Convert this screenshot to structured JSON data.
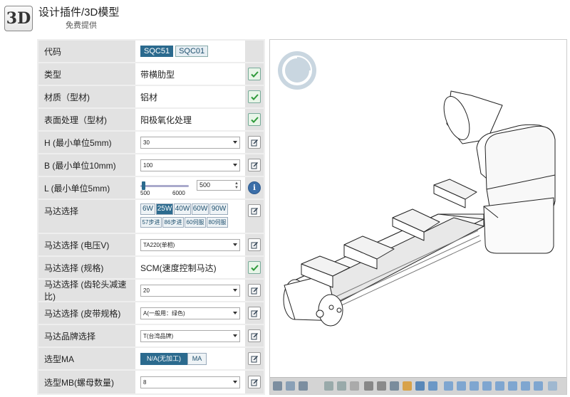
{
  "header": {
    "logo_text": "3D",
    "title": "设计插件/3D模型",
    "subtitle": "免费提供"
  },
  "rows": [
    {
      "label": "代码",
      "chips": [
        "SQC51",
        "SQC01"
      ]
    },
    {
      "label": "类型",
      "value": "带横肋型"
    },
    {
      "label": "材质（型材)",
      "value": "铝材"
    },
    {
      "label": "表面处理（型材)",
      "value": "阳极氧化处理"
    },
    {
      "label": "H (最小单位5mm)",
      "value": "30"
    },
    {
      "label": "B (最小单位10mm)",
      "value": "100"
    },
    {
      "label": "L (最小单位5mm)",
      "slider_min": "500",
      "slider_max": "6000",
      "value": "500"
    },
    {
      "label": "马达选择",
      "watt": [
        "6W",
        "25W",
        "40W",
        "60W",
        "90W"
      ],
      "speed": [
        "57步进",
        "86步进",
        "60伺服",
        "80伺服"
      ]
    },
    {
      "label": "马达选择 (电压V)",
      "value": "TA220(单相)"
    },
    {
      "label": "马达选择 (规格)",
      "value": "SCM(速度控制马达)"
    },
    {
      "label": "马达选择 (齿轮头减速比)",
      "value": "20"
    },
    {
      "label": "马达选择 (皮带规格)",
      "value": "A(一般用：绿色)"
    },
    {
      "label": "马达品牌选择",
      "value": "T(台湾品牌)"
    },
    {
      "label": "选型MA",
      "toggle": [
        "N/A(无加工)",
        "MA"
      ]
    },
    {
      "label": "选型MB(螺母数量)",
      "value": "8"
    }
  ],
  "slider_fraction": 0.0,
  "selected": {
    "code": "SQC51",
    "watt": "25W",
    "ma": "N/A(无加工)"
  },
  "colors": {
    "accent": "#2b6a8e",
    "label_bg": "#e2e2e2",
    "check": "#2e9a3a"
  },
  "icons": {
    "confirm": "check-icon",
    "edit": "edit-icon",
    "info": "info-icon"
  }
}
